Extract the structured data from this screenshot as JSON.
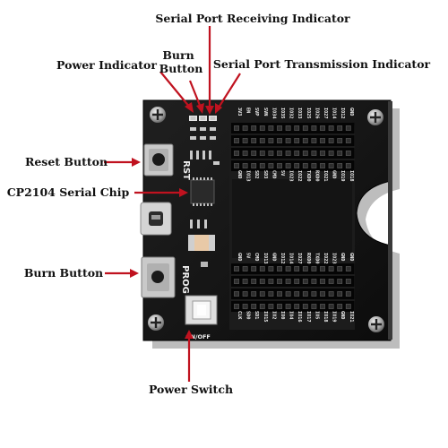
{
  "callouts": {
    "serial_rx": "Serial Port Receiving Indicator",
    "burn_top_line1": "Burn",
    "burn_top_line2": "Button",
    "power_indicator": "Power Indicator",
    "serial_tx": "Serial Port Transmission Indicator",
    "reset_button": "Reset Button",
    "serial_chip": "CP2104 Serial Chip",
    "burn_button": "Burn Button",
    "power_switch": "Power Switch"
  },
  "board_silkscreen": {
    "rst": "RST",
    "prog": "PROG",
    "on_off": "ON/OFF"
  },
  "top_header_pins": [
    "3V3",
    "EN",
    "SVP",
    "SVN",
    "IO34",
    "IO35",
    "IO32",
    "IO33",
    "IO25",
    "IO26",
    "IO27",
    "IO14",
    "IO12",
    "GND"
  ],
  "top_header_pins_row2": [
    "GND",
    "IO13",
    "SD2",
    "SD3",
    "CMD",
    "5V",
    "IO23",
    "IO22",
    "TXD0",
    "RXD0",
    "IO21",
    "GND",
    "IO19",
    "IO18"
  ],
  "bottom_header_pins": [
    "CLK",
    "SD0",
    "SD1",
    "IO15",
    "IO2",
    "IO0",
    "IO4",
    "IO16",
    "IO17",
    "IO5",
    "IO18",
    "IO19",
    "GND",
    "IO21"
  ],
  "bottom_header_pins_row2": [
    "GND",
    "5V",
    "CMD",
    "IO13",
    "GND",
    "IO12",
    "IO14",
    "IO27",
    "RXD0",
    "TXD0",
    "IO22",
    "IO23",
    "GND",
    "GND"
  ],
  "colors": {
    "board": "#141414",
    "pointer": "#c0121f",
    "label": "#111111"
  }
}
